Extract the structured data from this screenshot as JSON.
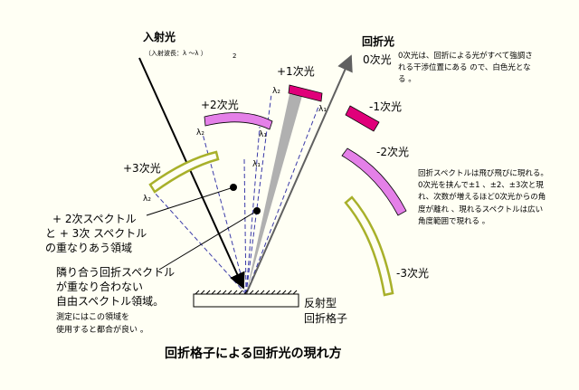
{
  "labels": {
    "incident": "入射光",
    "incident_range": "（入射波長：λ ～λ ）",
    "incident_sub2": "2",
    "diffracted": "回折光",
    "zero_order": "0次光",
    "zero_note": "0次光は、回折による光がすべて強調される干渉位置にある ので、白色光となる 。",
    "plus1": "+1次光",
    "plus2": "+2次光",
    "plus3": "+3次光",
    "minus1": "-1次光",
    "minus2": "-2次光",
    "minus3": "-3次光",
    "overlap_1": "+ 2次スペクトル",
    "overlap_2": "と + 3次 スペクトル",
    "overlap_3": "の重なりあう領域",
    "free_1": "隣り合う回折スペクトル",
    "free_2": "が重なり合わない",
    "free_3": "自由スペクトル領域。",
    "free_note_1": "測定にはこの領域を",
    "free_note_2": "使用すると都合が良い 。",
    "spectrum_note": "回折スペクトルは飛び飛びに現れる。0次光を挟んで±1 、±2、±3次と現れ、次数が増えるほど0次光からの角度が離れ 、現れるスペクトルは広い角度範囲で現れる 。",
    "grating_1": "反射型",
    "grating_2": "回折格子",
    "lambda1": "λ₁",
    "lambda2": "λ₂",
    "title": "回折格子による回折光の現れ方"
  },
  "colors": {
    "magenta": "#e0007a",
    "violet": "#e480e8",
    "olive": "#a8b02a",
    "dash": "#3a3aa8",
    "gray": "#b0b0b0",
    "arrow": "#606060"
  }
}
